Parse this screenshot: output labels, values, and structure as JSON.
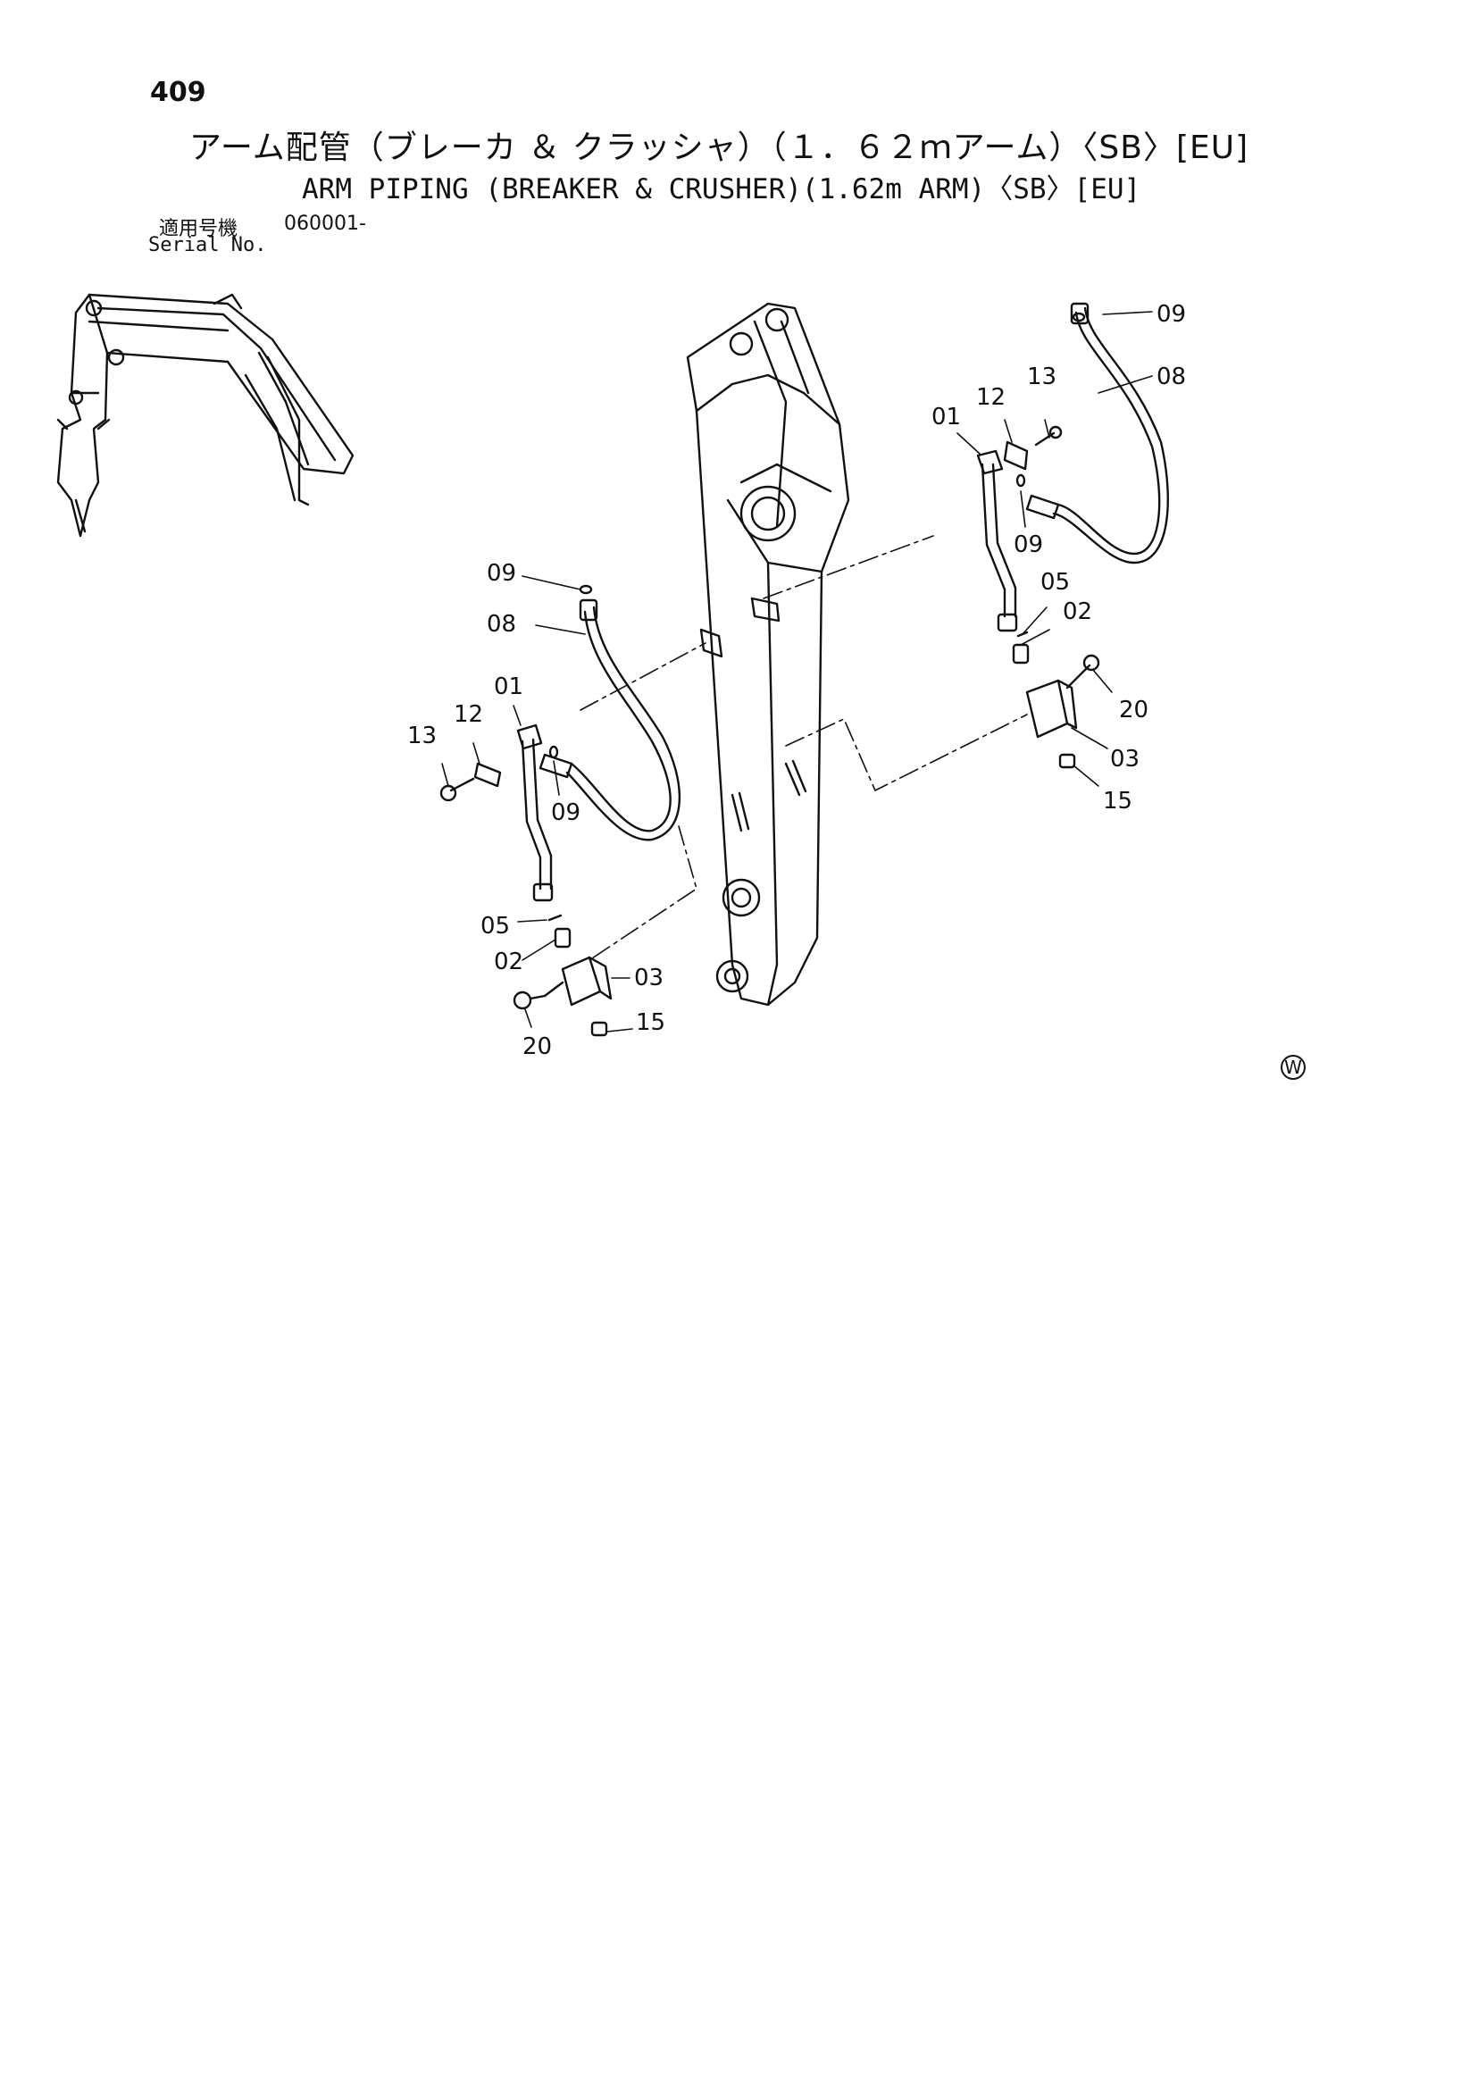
{
  "page_number": "409",
  "title_jp": "アーム配管（ブレーカ ＆ クラッシャ）（１．６２ｍアーム）〈SB〉[EU]",
  "title_en": "ARM PIPING (BREAKER & CRUSHER)(1.62m ARM)〈SB〉[EU]",
  "serial_label_jp": "適用号機",
  "serial_value": "060001-",
  "serial_label_en": "Serial No.",
  "callouts": {
    "c09_top": "09",
    "c08_top": "08",
    "c13_top": "13",
    "c12_top": "12",
    "c01_top": "01",
    "c09_mid": "09",
    "c05_right": "05",
    "c02_right": "02",
    "c20_right": "20",
    "c03_right": "03",
    "c15_right": "15",
    "c09_left": "09",
    "c08_left": "08",
    "c01_left": "01",
    "c12_left": "12",
    "c13_left": "13",
    "c09_low": "09",
    "c05_left": "05",
    "c02_left": "02",
    "c03_left": "03",
    "c20_left": "20",
    "c15_left": "15"
  },
  "w_mark": "W"
}
